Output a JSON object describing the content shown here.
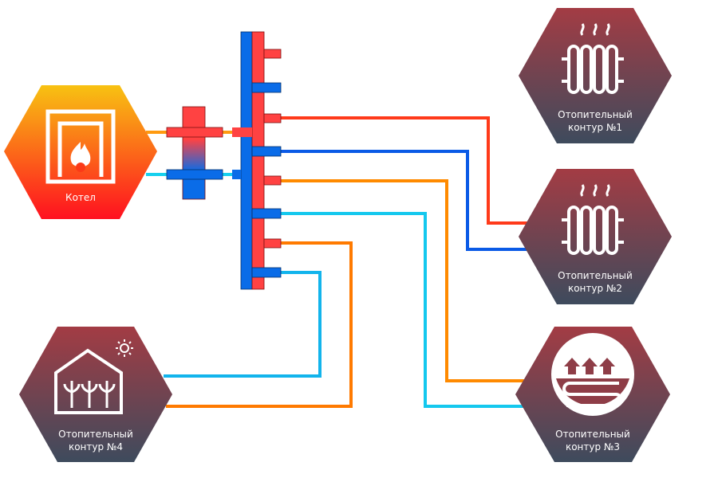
{
  "boiler": {
    "label": "Котел"
  },
  "circuits": [
    {
      "line1": "Отопительный",
      "line2": "контур №1",
      "icon": "radiator-icon"
    },
    {
      "line1": "Отопительный",
      "line2": "контур №2",
      "icon": "radiator-icon"
    },
    {
      "line1": "Отопительный",
      "line2": "контур №3",
      "icon": "underfloor-heating-icon"
    },
    {
      "line1": "Отопительный",
      "line2": "контур №4",
      "icon": "greenhouse-icon"
    }
  ],
  "colors": {
    "hot": "#ff2a2a",
    "warm": "#ffb000",
    "cold": "#0a4fe0",
    "cool": "#12e0ee",
    "hex_top": "#a33c44",
    "hex_bottom": "#3e4b5d",
    "manifold_red": "#ff4242",
    "manifold_blue": "#0a6ce8"
  }
}
